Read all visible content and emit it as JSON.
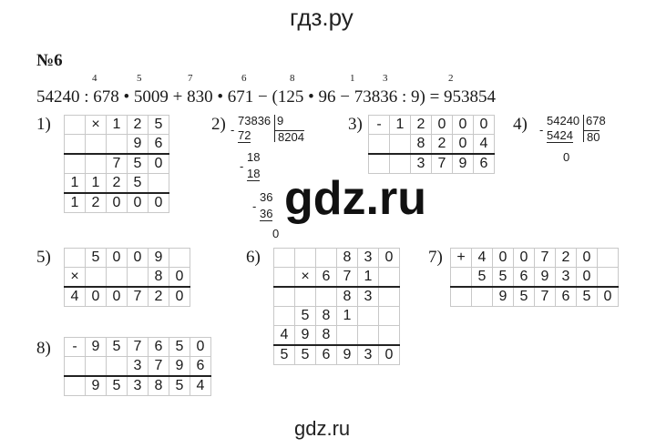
{
  "header": "гдз.ру",
  "problem_number": "№6",
  "expression": "54240 : 678 • 5009 + 830 • 671 − (125 • 96 − 73836 : 9) = 953854",
  "order_marks": [
    "4",
    "5",
    "7",
    "6",
    "8",
    "1",
    "3",
    "2"
  ],
  "labels": [
    "1)",
    "2)",
    "3)",
    "4)",
    "5)",
    "6)",
    "7)",
    "8)"
  ],
  "grids": {
    "g1": [
      [
        "",
        "×",
        "1",
        "2",
        "5"
      ],
      [
        "",
        "",
        "",
        "9",
        "6"
      ],
      [
        "",
        "",
        "7",
        "5",
        "0"
      ],
      [
        "1",
        "1",
        "2",
        "5",
        ""
      ],
      [
        "1",
        "2",
        "0",
        "0",
        "0"
      ]
    ],
    "g3": [
      [
        "-",
        "1",
        "2",
        "0",
        "0",
        "0"
      ],
      [
        "",
        "",
        "8",
        "2",
        "0",
        "4"
      ],
      [
        "",
        "",
        "3",
        "7",
        "9",
        "6"
      ]
    ],
    "g5": [
      [
        "",
        "5",
        "0",
        "0",
        "9",
        ""
      ],
      [
        "×",
        "",
        "",
        "",
        "8",
        "0"
      ],
      [
        "4",
        "0",
        "0",
        "7",
        "2",
        "0"
      ]
    ],
    "g6": [
      [
        "",
        "",
        "",
        "8",
        "3",
        "0"
      ],
      [
        "",
        "×",
        "6",
        "7",
        "1",
        ""
      ],
      [
        "",
        "",
        "",
        "8",
        "3",
        ""
      ],
      [
        "",
        "5",
        "8",
        "1",
        "",
        ""
      ],
      [
        "4",
        "9",
        "8",
        "",
        "",
        ""
      ],
      [
        "5",
        "5",
        "6",
        "9",
        "3",
        "0"
      ]
    ],
    "g7": [
      [
        "+",
        "4",
        "0",
        "0",
        "7",
        "2",
        "0"
      ],
      [
        "",
        "5",
        "5",
        "6",
        "9",
        "3",
        "0"
      ],
      [
        "",
        "",
        "9",
        "5",
        "7",
        "6",
        "5",
        "0"
      ]
    ],
    "g8": [
      [
        "-",
        "9",
        "5",
        "7",
        "6",
        "5",
        "0"
      ],
      [
        "",
        "",
        "",
        "3",
        "7",
        "9",
        "6"
      ],
      [
        "",
        "9",
        "5",
        "3",
        "8",
        "5",
        "4"
      ]
    ]
  },
  "division2": {
    "dividend": "73836",
    "divisor": "9",
    "quotient": "8204",
    "steps": [
      "72",
      "18",
      "18",
      "36",
      "36",
      "0"
    ]
  },
  "division4": {
    "dividend": "54240",
    "divisor": "678",
    "quotient": "80",
    "steps": [
      "5424",
      "0"
    ]
  },
  "watermark": "gdz.ru",
  "footer": "gdz.ru"
}
